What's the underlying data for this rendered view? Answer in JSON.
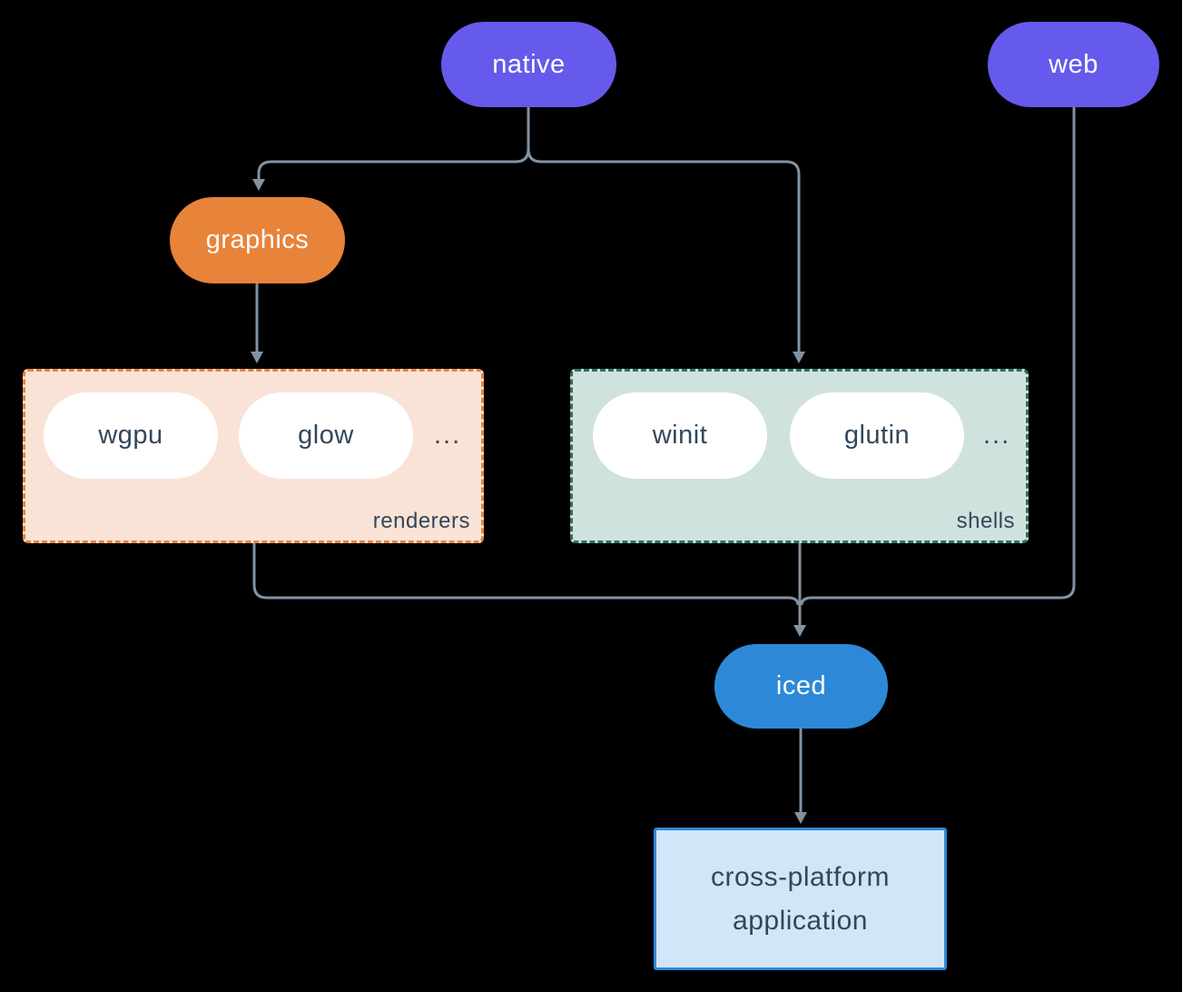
{
  "colors": {
    "background": "#000000",
    "purple": "#655aec",
    "orange": "#e8833a",
    "blue": "#2d89d8",
    "connector": "#8192a2",
    "dark-text": "#33475a",
    "renderers-bg": "#f9e3d6",
    "renderers-border": "#e8833a",
    "shells-bg": "#d0e2dd",
    "shells-border": "#2f6f63",
    "app-bg": "#d3e5f8",
    "app-border": "#2d89d8"
  },
  "nodes": {
    "native": "native",
    "web": "web",
    "graphics": "graphics",
    "iced": "iced"
  },
  "groups": {
    "renderers": {
      "label": "renderers",
      "items": [
        "wgpu",
        "glow"
      ],
      "more": "..."
    },
    "shells": {
      "label": "shells",
      "items": [
        "winit",
        "glutin"
      ],
      "more": "..."
    }
  },
  "app": {
    "line1": "cross-platform",
    "line2": "application"
  }
}
